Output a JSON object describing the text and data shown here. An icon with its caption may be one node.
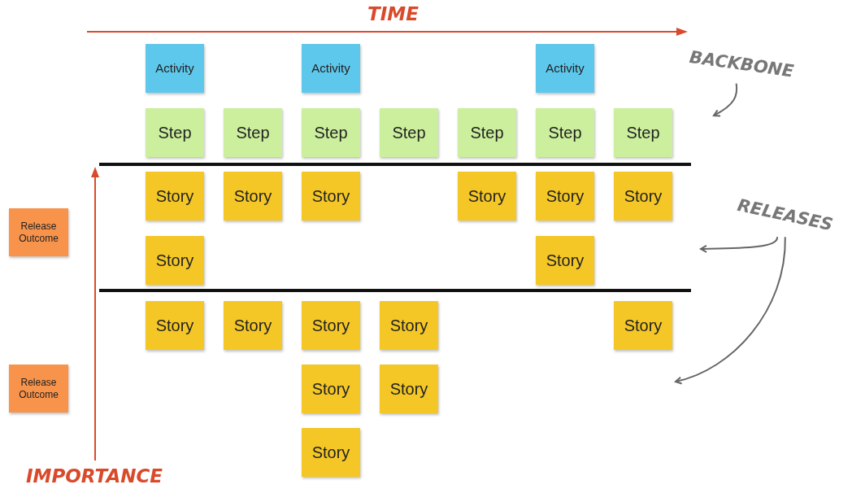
{
  "diagram": {
    "nodes": [
      {
        "text": [
          "Activity"
        ]
      },
      {
        "text": [
          "Activity"
        ]
      },
      {
        "text": [
          "Activity"
        ]
      },
      {
        "text": [
          "BACKBONE"
        ]
      },
      {
        "text": [
          "Step"
        ]
      },
      {
        "text": [
          "Step"
        ]
      },
      {
        "text": [
          "Step"
        ]
      },
      {
        "text": [
          "Step"
        ]
      },
      {
        "text": [
          "Step"
        ]
      },
      {
        "text": [
          "Step"
        ]
      },
      {
        "text": [
          "Step"
        ]
      },
      {
        "text": [
          "Story"
        ]
      },
      {
        "text": [
          "Story"
        ]
      },
      {
        "text": [
          "Story"
        ]
      },
      {
        "text": [
          "Story"
        ]
      },
      {
        "text": [
          "Story"
        ]
      },
      {
        "text": [
          "Story"
        ]
      },
      {
        "text": [
          "RELEASES"
        ]
      },
      {
        "text": [
          "Release Outcome"
        ]
      },
      {
        "text": [
          "Story"
        ]
      },
      {
        "text": [
          "Story"
        ]
      },
      {
        "text": [
          "Story"
        ]
      },
      {
        "text": [
          "Story"
        ]
      },
      {
        "text": [
          "Story"
        ]
      },
      {
        "text": [
          "Story"
        ]
      },
      {
        "text": [
          "Story"
        ]
      },
      {
        "text": [
          "Release Outcome"
        ]
      },
      {
        "text": [
          "Story"
        ]
      },
      {
        "text": [
          "Story"
        ]
      },
      {
        "text": [
          "Story"
        ]
      }
    ],
    "edges": [
      {
        "from": 3,
        "to": null,
        "arrow": "to"
      },
      {
        "from": 17,
        "to": null,
        "arrow": "to"
      },
      {
        "from": 17,
        "to": null,
        "arrow": "to"
      }
    ],
    "labels": [
      "TIME",
      "IMPORTANCE"
    ]
  }
}
